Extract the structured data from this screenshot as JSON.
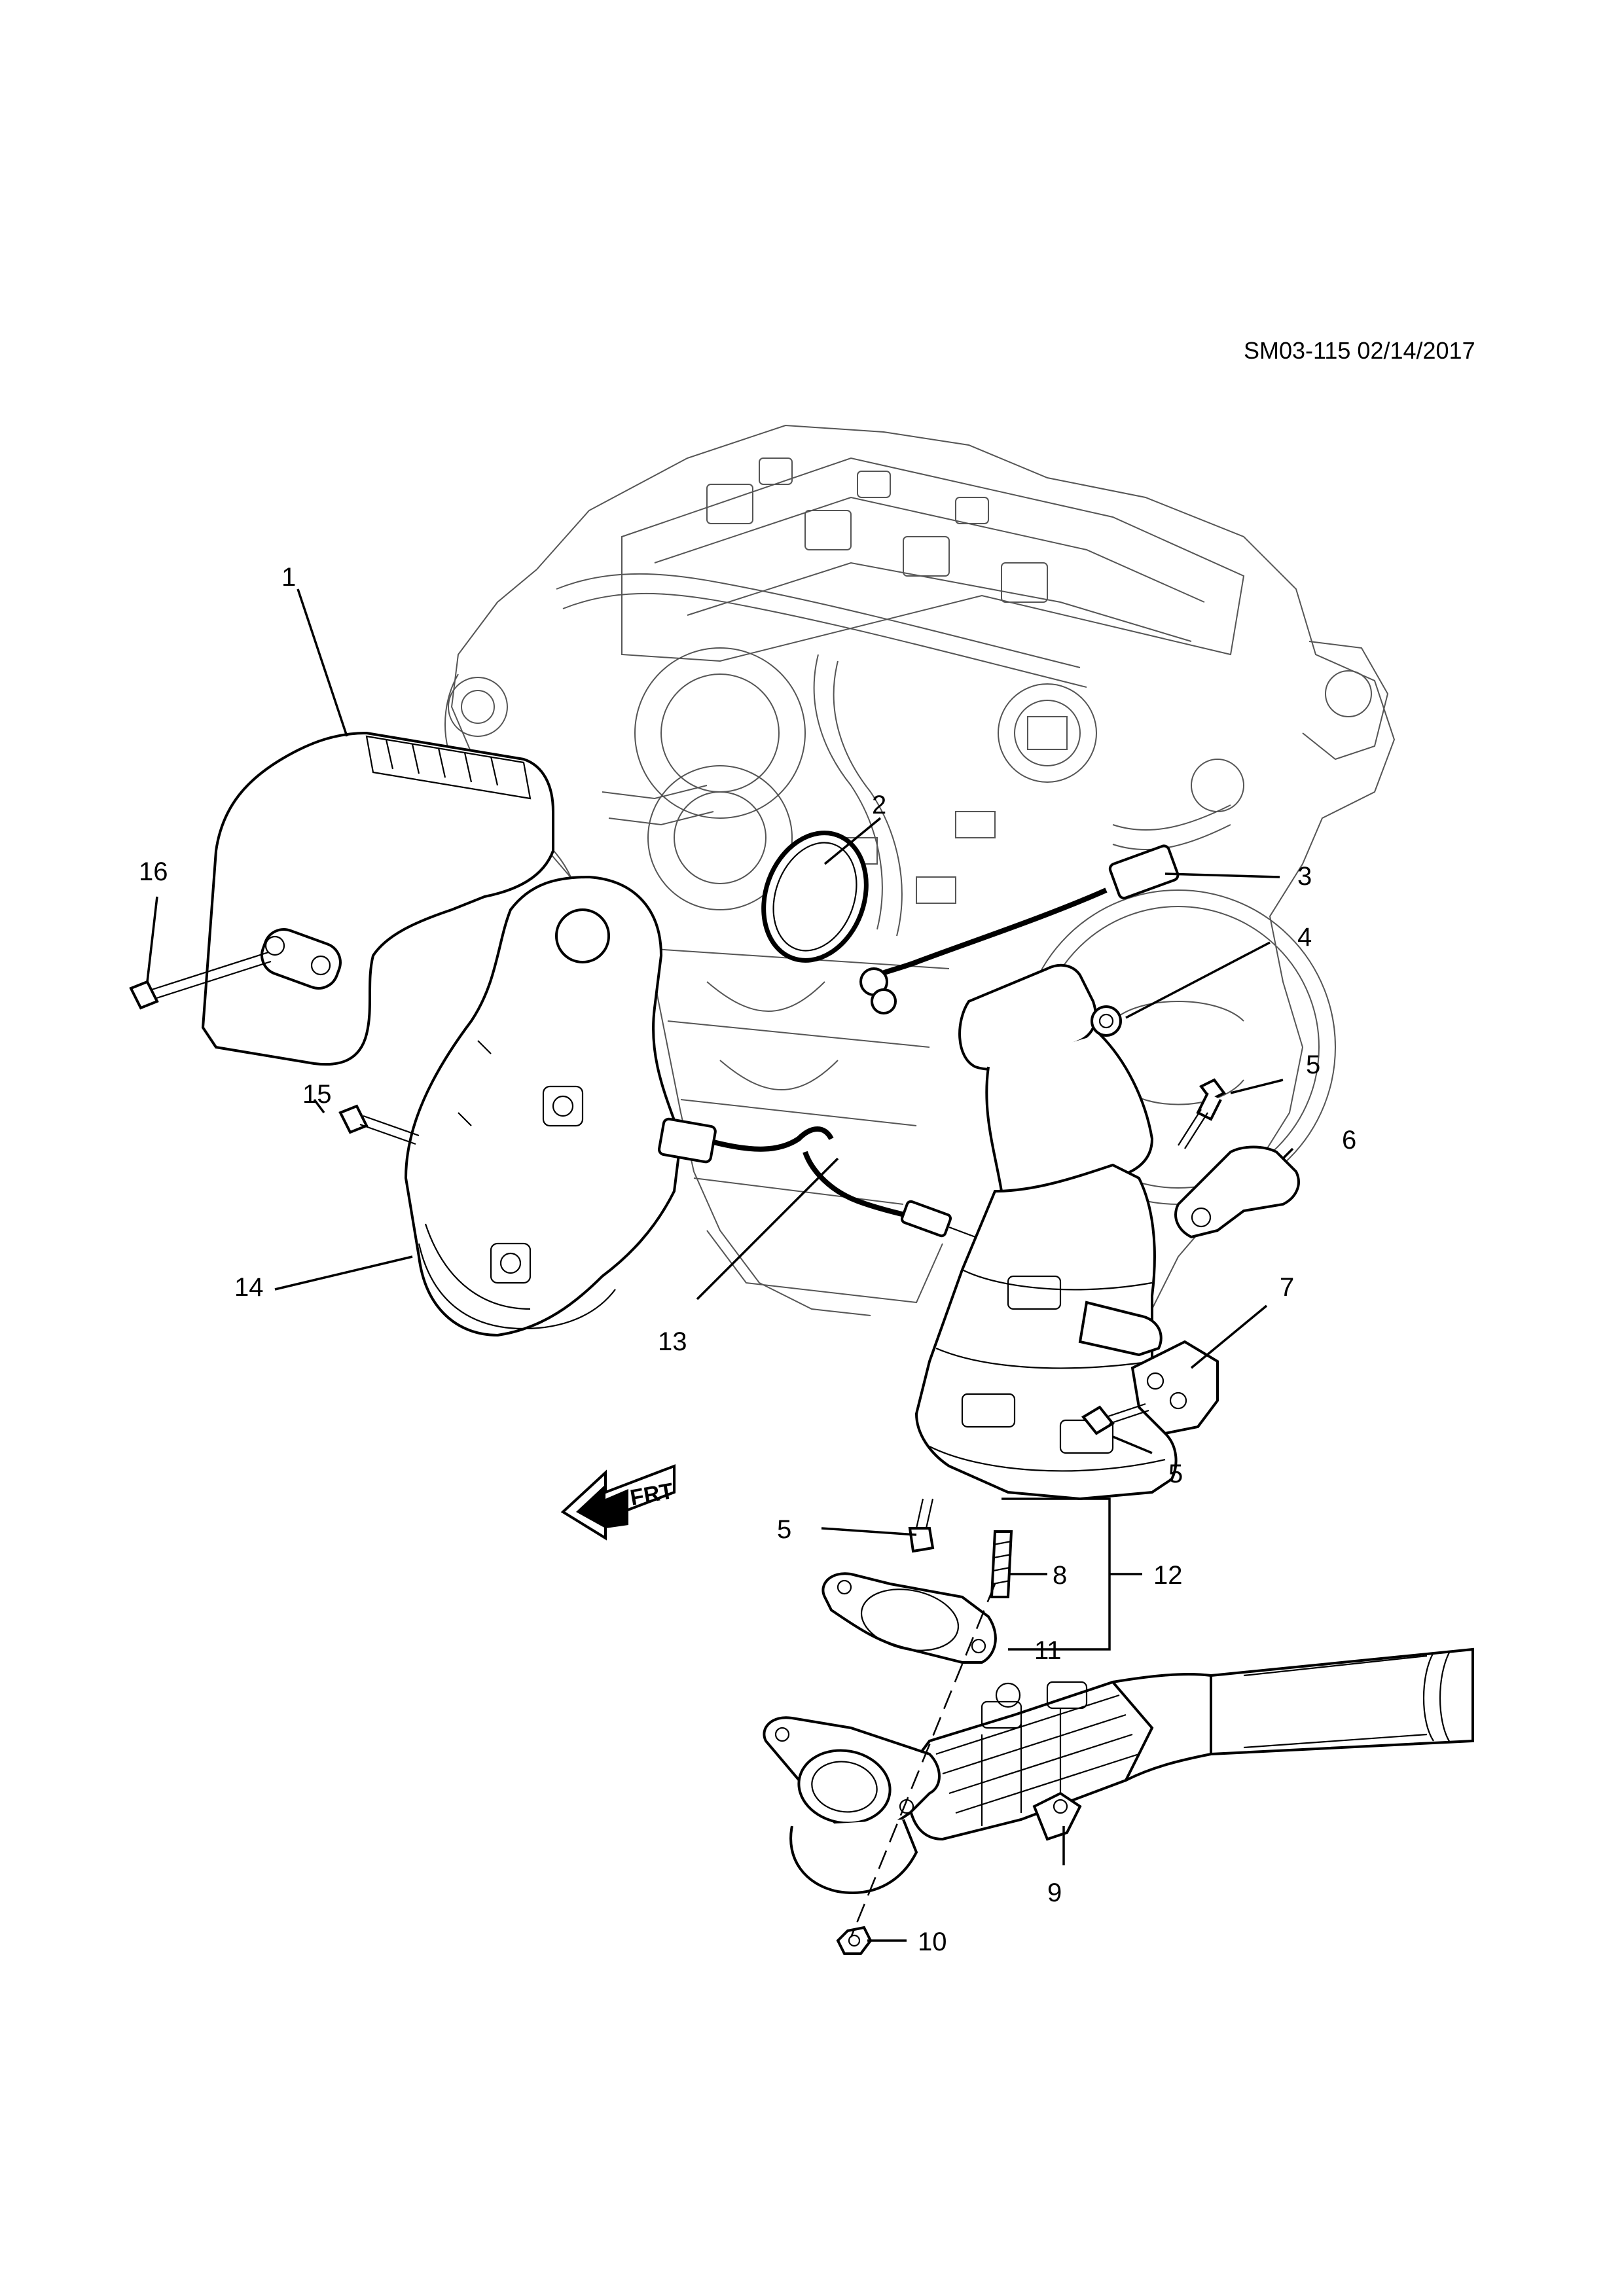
{
  "diagram": {
    "reference": "SM03-115 02/14/2017",
    "direction_indicator": "FRT",
    "callouts": [
      {
        "id": "c1",
        "label": "1"
      },
      {
        "id": "c2",
        "label": "2"
      },
      {
        "id": "c3",
        "label": "3"
      },
      {
        "id": "c4",
        "label": "4"
      },
      {
        "id": "c5a",
        "label": "5"
      },
      {
        "id": "c6",
        "label": "6"
      },
      {
        "id": "c7",
        "label": "7"
      },
      {
        "id": "c5b",
        "label": "5"
      },
      {
        "id": "c5c",
        "label": "5"
      },
      {
        "id": "c8",
        "label": "8"
      },
      {
        "id": "c12",
        "label": "12"
      },
      {
        "id": "c11",
        "label": "11"
      },
      {
        "id": "c9",
        "label": "9"
      },
      {
        "id": "c10",
        "label": "10"
      },
      {
        "id": "c13",
        "label": "13"
      },
      {
        "id": "c14",
        "label": "14"
      },
      {
        "id": "c15",
        "label": "15"
      },
      {
        "id": "c16",
        "label": "16"
      }
    ]
  }
}
